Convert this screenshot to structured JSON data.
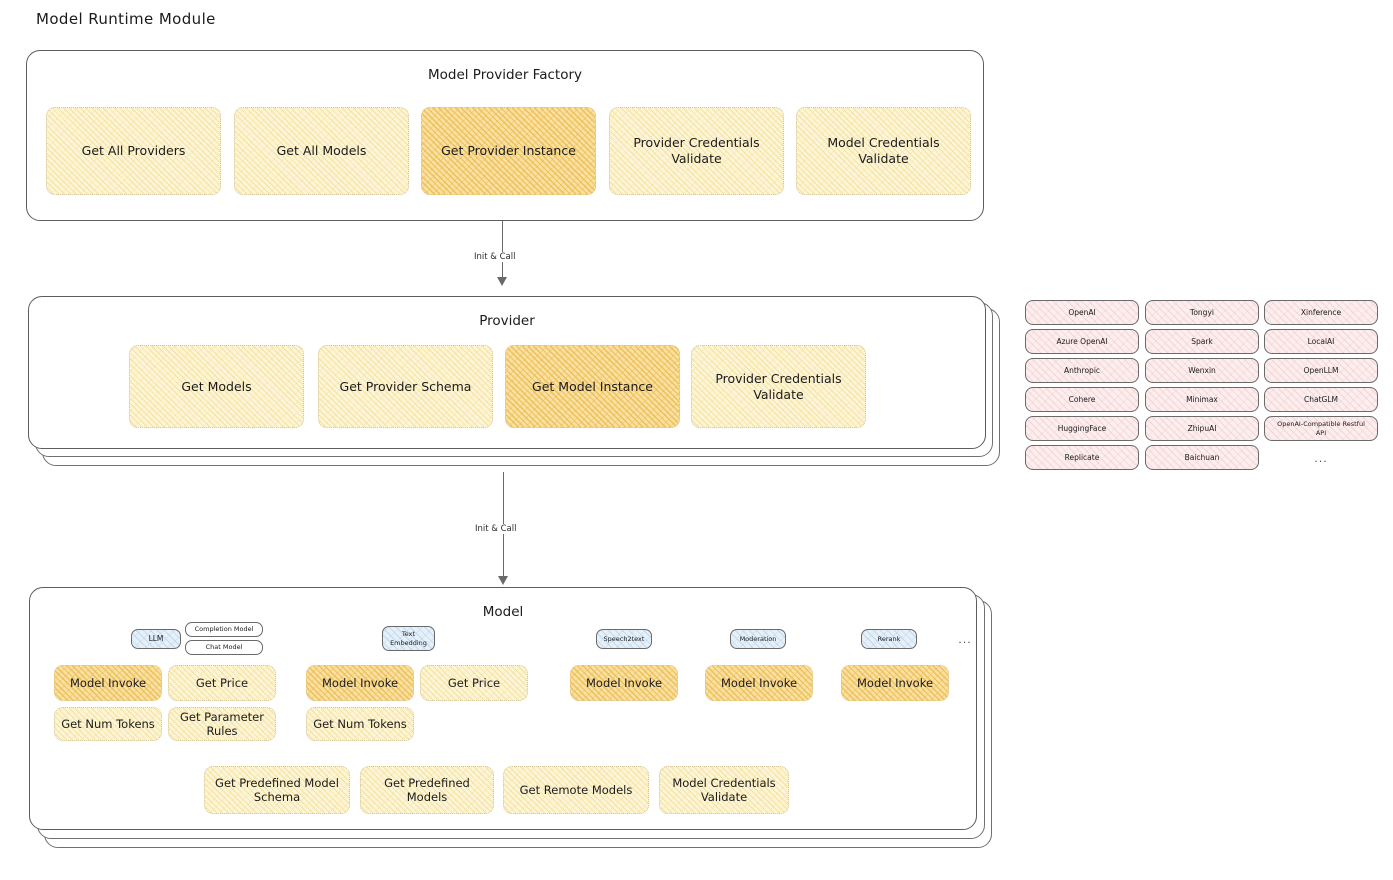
{
  "page": {
    "title": "Model Runtime Module",
    "colors": {
      "node_fill_light": "#fdf5d8",
      "node_fill_strong": "#fae0a3",
      "provider_chip_fill": "#fceeee",
      "model_type_chip_fill": "#e6f0f9",
      "stroke": "#5d5d5d",
      "background": "#ffffff"
    }
  },
  "factory": {
    "title": "Model Provider Factory",
    "nodes": [
      {
        "label": "Get All Providers",
        "highlight": false
      },
      {
        "label": "Get All Models",
        "highlight": false
      },
      {
        "label": "Get Provider Instance",
        "highlight": true
      },
      {
        "label": "Provider Credentials Validate",
        "highlight": false
      },
      {
        "label": "Model Credentials Validate",
        "highlight": false
      }
    ]
  },
  "connectors": [
    {
      "label": "Init & Call",
      "from": "Model Provider Factory",
      "to": "Provider"
    },
    {
      "label": "Init & Call",
      "from": "Provider",
      "to": "Model"
    }
  ],
  "provider": {
    "title": "Provider",
    "nodes": [
      {
        "label": "Get Models",
        "highlight": false
      },
      {
        "label": "Get Provider Schema",
        "highlight": false
      },
      {
        "label": "Get Model Instance",
        "highlight": true
      },
      {
        "label": "Provider Credentials Validate",
        "highlight": false
      }
    ]
  },
  "provider_list": {
    "columns": [
      {
        "items": [
          "OpenAI",
          "Azure OpenAI",
          "Anthropic",
          "Cohere",
          "HuggingFace",
          "Replicate"
        ]
      },
      {
        "items": [
          "Tongyi",
          "Spark",
          "Wenxin",
          "Minimax",
          "ZhipuAI",
          "Baichuan"
        ]
      },
      {
        "items": [
          "Xinference",
          "LocalAI",
          "OpenLLM",
          "ChatGLM",
          "OpenAI-Compatible Restful API"
        ]
      }
    ],
    "more": "..."
  },
  "model": {
    "title": "Model",
    "more": "...",
    "types": [
      {
        "name": "LLM",
        "sub_tags": [
          "Completion Model",
          "Chat Model"
        ],
        "methods": [
          {
            "label": "Model Invoke",
            "highlight": true
          },
          {
            "label": "Get Price",
            "highlight": false
          },
          {
            "label": "Get Num Tokens",
            "highlight": false
          },
          {
            "label": "Get Parameter Rules",
            "highlight": false
          }
        ]
      },
      {
        "name": "Text Embedding",
        "sub_tags": [],
        "methods": [
          {
            "label": "Model Invoke",
            "highlight": true
          },
          {
            "label": "Get Price",
            "highlight": false
          },
          {
            "label": "Get Num Tokens",
            "highlight": false
          }
        ]
      },
      {
        "name": "Speech2text",
        "sub_tags": [],
        "methods": [
          {
            "label": "Model Invoke",
            "highlight": true
          }
        ]
      },
      {
        "name": "Moderation",
        "sub_tags": [],
        "methods": [
          {
            "label": "Model Invoke",
            "highlight": true
          }
        ]
      },
      {
        "name": "Rerank",
        "sub_tags": [],
        "methods": [
          {
            "label": "Model Invoke",
            "highlight": true
          }
        ]
      }
    ],
    "common_methods": [
      "Get Predefined Model Schema",
      "Get Predefined Models",
      "Get Remote Models",
      "Model Credentials Validate"
    ]
  }
}
